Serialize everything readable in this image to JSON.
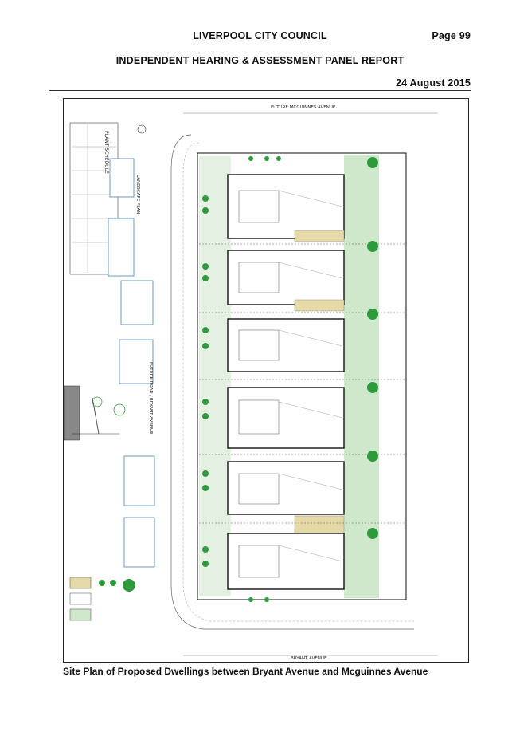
{
  "header": {
    "council": "LIVERPOOL CITY COUNCIL",
    "page": "Page 99",
    "report": "INDEPENDENT HEARING & ASSESSMENT PANEL REPORT",
    "date": "24 August 2015"
  },
  "plan": {
    "top_street": "FUTURE MCGUINNES AVENUE",
    "bottom_street": "BRYANT AVENUE",
    "side_street": "FUTURE ROAD / BRYANT AVENUE",
    "plant_schedule": "PLANT SCHEDULE",
    "landscape_plan": "LANDSCAPE PLAN"
  },
  "caption": "Site Plan of Proposed Dwellings between Bryant Avenue and Mcguinnes Avenue",
  "colors": {
    "landscape_green": "#cfe8cc",
    "tree_green": "#2e9a3c",
    "paving_tan": "#e6d9a8"
  }
}
